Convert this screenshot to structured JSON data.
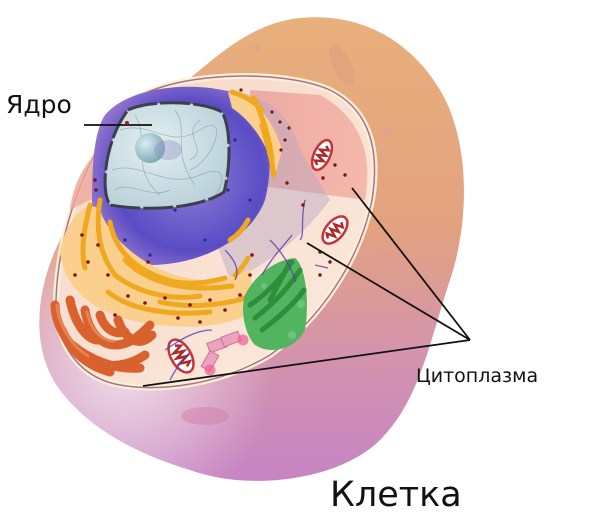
{
  "diagram": {
    "title": "Клетка",
    "labels": {
      "nucleus": "Ядро",
      "cytoplasm": "Цитоплазма",
      "cell": "Клетка"
    },
    "structures": [
      {
        "name": "cell-membrane-outer",
        "description": "outer cell body"
      },
      {
        "name": "nucleus",
        "description": "nucleus with nucleolus and chromatin"
      },
      {
        "name": "nuclear-envelope",
        "description": "dark outline around nucleus"
      },
      {
        "name": "endoplasmic-reticulum",
        "description": "blue-violet rough ER surrounding nucleus"
      },
      {
        "name": "golgi-apparatus",
        "description": "yellow-orange stacked cisternae"
      },
      {
        "name": "mitochondria",
        "count": 3
      },
      {
        "name": "chloroplast-like-organelle",
        "description": "green stacked organelle"
      },
      {
        "name": "smooth-er",
        "description": "orange tubular network"
      },
      {
        "name": "centrioles",
        "description": "pink cylinders"
      }
    ],
    "leader_lines": {
      "nucleus": 1,
      "cytoplasm": 3
    },
    "colors": {
      "outer_top": "#e8a86a",
      "outer_bottom": "#c98cc4",
      "cytoplasm": "#f9e2cf",
      "cytoplasm_pink": "#f3a69a",
      "nucleus_envelope": "#6a5ad0",
      "nucleoplasm": "#cfe3e6",
      "golgi": "#f6b52c",
      "golgi_fill": "#fbd08e",
      "mitochondria": "#c7333a",
      "green_organelle": "#3eaa4e",
      "smooth_er": "#e06f3a",
      "centriole": "#e58bb0",
      "ribosome": "#7a1518",
      "line": "#111111"
    }
  }
}
